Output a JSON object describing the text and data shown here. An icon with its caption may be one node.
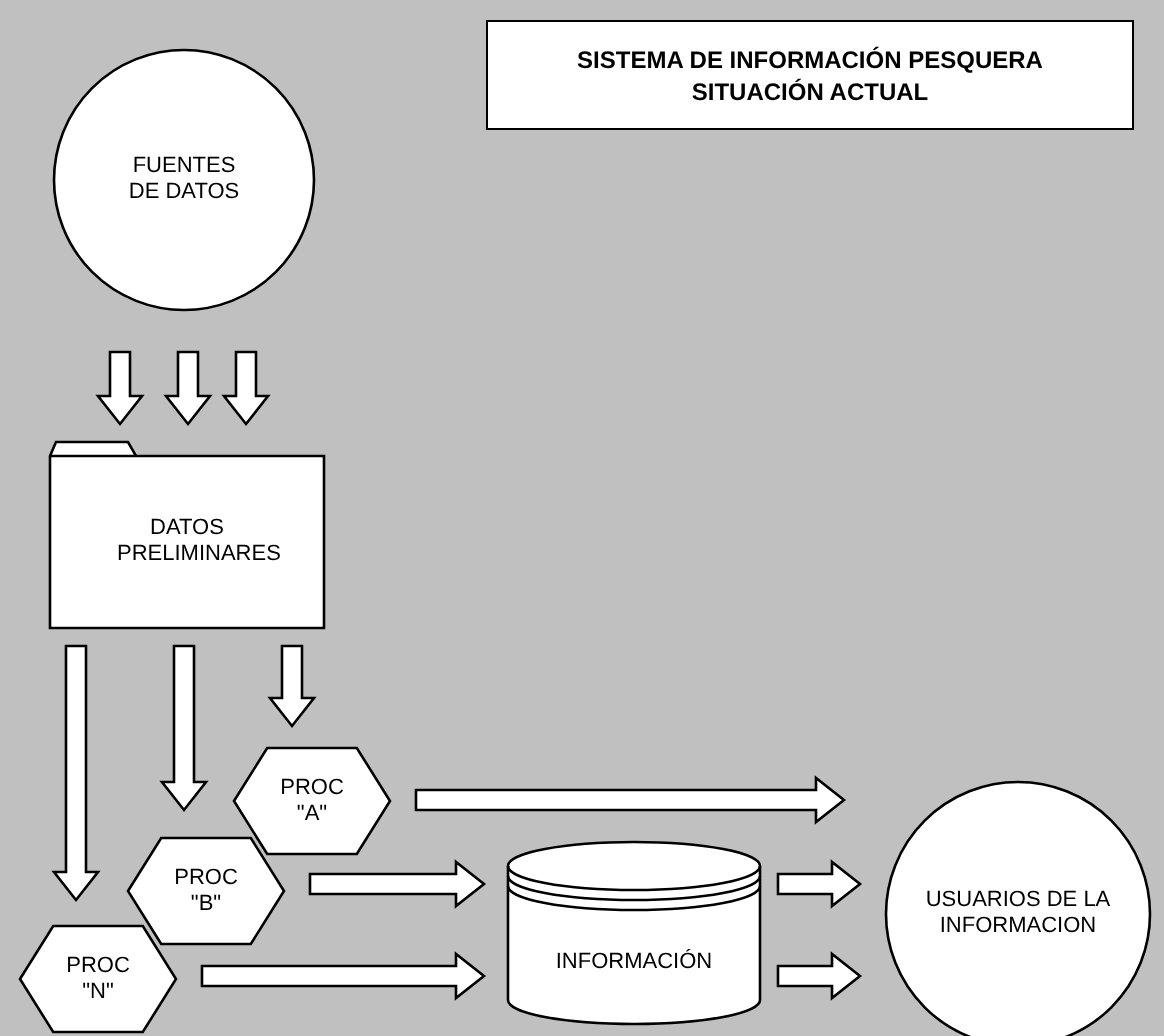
{
  "diagram": {
    "title": "SISTEMA DE INFORMACIÓN PESQUERA SITUACIÓN ACTUAL",
    "nodes": [
      {
        "text": [
          "FUENTES DE DATOS"
        ]
      },
      {
        "text": [
          "DATOS PRELIMINARES"
        ]
      },
      {
        "text": [
          "PROC \"A\""
        ]
      },
      {
        "text": [
          "PROC \"B\""
        ]
      },
      {
        "text": [
          "PROC \"N\""
        ]
      },
      {
        "text": [
          "INFORMACIÓN"
        ]
      },
      {
        "text": [
          "USUARIOS DE LA INFORMACION"
        ]
      }
    ],
    "edges": [
      {
        "from": 0,
        "to": 1,
        "arrow": "to"
      },
      {
        "from": 0,
        "to": 1,
        "arrow": "to"
      },
      {
        "from": 0,
        "to": 1,
        "arrow": "to"
      },
      {
        "from": 1,
        "to": 4,
        "arrow": "to"
      },
      {
        "from": 1,
        "to": 3,
        "arrow": "to"
      },
      {
        "from": 1,
        "to": 2,
        "arrow": "to"
      },
      {
        "from": 2,
        "to": 6,
        "arrow": "to"
      },
      {
        "from": 3,
        "to": 5,
        "arrow": "to"
      },
      {
        "from": 4,
        "to": 5,
        "arrow": "to"
      },
      {
        "from": 5,
        "to": 6,
        "arrow": "to"
      },
      {
        "from": 5,
        "to": 6,
        "arrow": "to"
      }
    ]
  }
}
